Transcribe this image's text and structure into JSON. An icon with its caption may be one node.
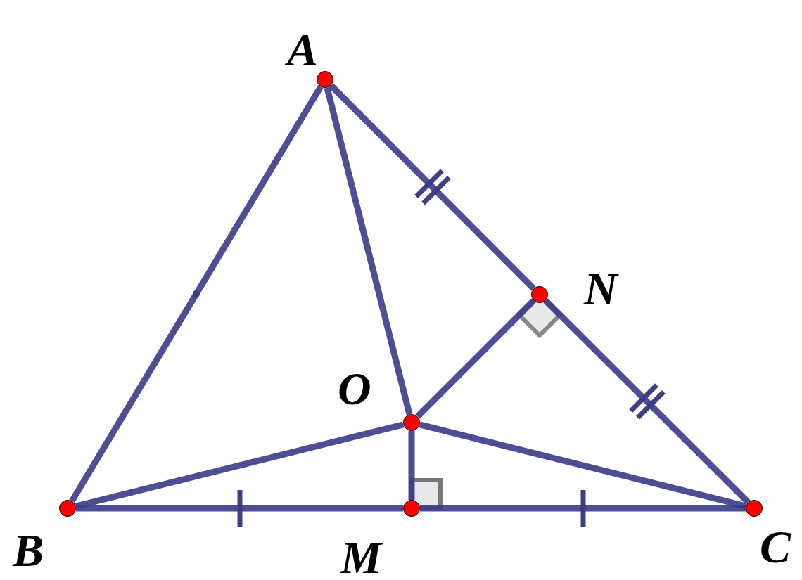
{
  "diagram": {
    "nodes": [
      {
        "text": [],
        "shape": "circle",
        "beside": [
          "A"
        ]
      },
      {
        "text": [],
        "shape": "circle",
        "beside": [
          "N"
        ]
      },
      {
        "text": [],
        "shape": "circle",
        "beside": [
          "O"
        ]
      },
      {
        "text": [],
        "shape": "circle",
        "beside": [
          "B"
        ]
      },
      {
        "text": [],
        "shape": "circle",
        "beside": [
          "M"
        ]
      },
      {
        "text": [],
        "shape": "circle",
        "beside": [
          "C"
        ]
      }
    ],
    "edges": [
      {
        "from": 0,
        "to": 3,
        "arrow": "none"
      },
      {
        "from": 0,
        "to": 1,
        "arrow": "none"
      },
      {
        "from": 1,
        "to": 5,
        "arrow": "none"
      },
      {
        "from": 3,
        "to": 4,
        "arrow": "none"
      },
      {
        "from": 4,
        "to": 5,
        "arrow": "none"
      },
      {
        "from": 0,
        "to": 2,
        "arrow": "none"
      },
      {
        "from": 2,
        "to": 3,
        "arrow": "none"
      },
      {
        "from": 2,
        "to": 5,
        "arrow": "none"
      },
      {
        "from": 2,
        "to": 4,
        "arrow": "none"
      },
      {
        "from": 2,
        "to": 1,
        "arrow": "none"
      }
    ]
  }
}
